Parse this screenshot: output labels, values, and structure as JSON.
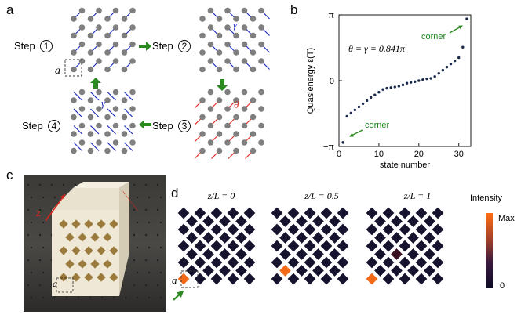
{
  "panels": {
    "a": {
      "letter": "a",
      "steps": [
        {
          "label": "Step",
          "num": "1"
        },
        {
          "label": "Step",
          "num": "2"
        },
        {
          "label": "Step",
          "num": "3"
        },
        {
          "label": "Step",
          "num": "4"
        }
      ],
      "lattice_label": "a",
      "gamma_label": "γ",
      "theta_label": "θ"
    },
    "b": {
      "letter": "b",
      "annotation": "θ = γ = 0.841π",
      "corner_top": "corner",
      "corner_bottom": "corner"
    },
    "c": {
      "letter": "c",
      "z_label": "z",
      "a_label": "a"
    },
    "d": {
      "letter": "d",
      "titles": [
        "z/L = 0",
        "z/L = 0.5",
        "z/L = 1"
      ],
      "a_label": "a",
      "colorbar": {
        "title": "Intensity",
        "max_label": "Max",
        "min_label": "0"
      }
    }
  },
  "colors": {
    "lattice_dot": "#7f7f7f",
    "coupling_blue": "#1f2fbf",
    "coupling_red": "#e0302a",
    "arrow_green": "#2a8a1f",
    "dark_site": "#15132e",
    "hot_site": "#f26a18"
  },
  "chart_data": {
    "type": "scatter",
    "xlabel": "state number",
    "ylabel": "Quasienergy   ε(T)",
    "xlim": [
      0,
      33
    ],
    "ylim": [
      -3.1416,
      3.1416
    ],
    "x_ticks": [
      "0",
      "10",
      "20",
      "30"
    ],
    "y_ticks": [
      "−π",
      "0",
      "π"
    ],
    "x": [
      1,
      2,
      3,
      4,
      5,
      6,
      7,
      8,
      9,
      10,
      11,
      12,
      13,
      14,
      15,
      16,
      17,
      18,
      19,
      20,
      21,
      22,
      23,
      24,
      25,
      26,
      27,
      28,
      29,
      30,
      31,
      32
    ],
    "y": [
      -2.95,
      -1.7,
      -1.55,
      -1.4,
      -1.25,
      -1.1,
      -0.95,
      -0.8,
      -0.68,
      -0.55,
      -0.42,
      -0.36,
      -0.33,
      -0.3,
      -0.26,
      -0.2,
      -0.12,
      -0.08,
      -0.05,
      0.0,
      0.05,
      0.09,
      0.11,
      0.2,
      0.35,
      0.5,
      0.65,
      0.8,
      0.95,
      1.1,
      1.6,
      2.95
    ]
  }
}
